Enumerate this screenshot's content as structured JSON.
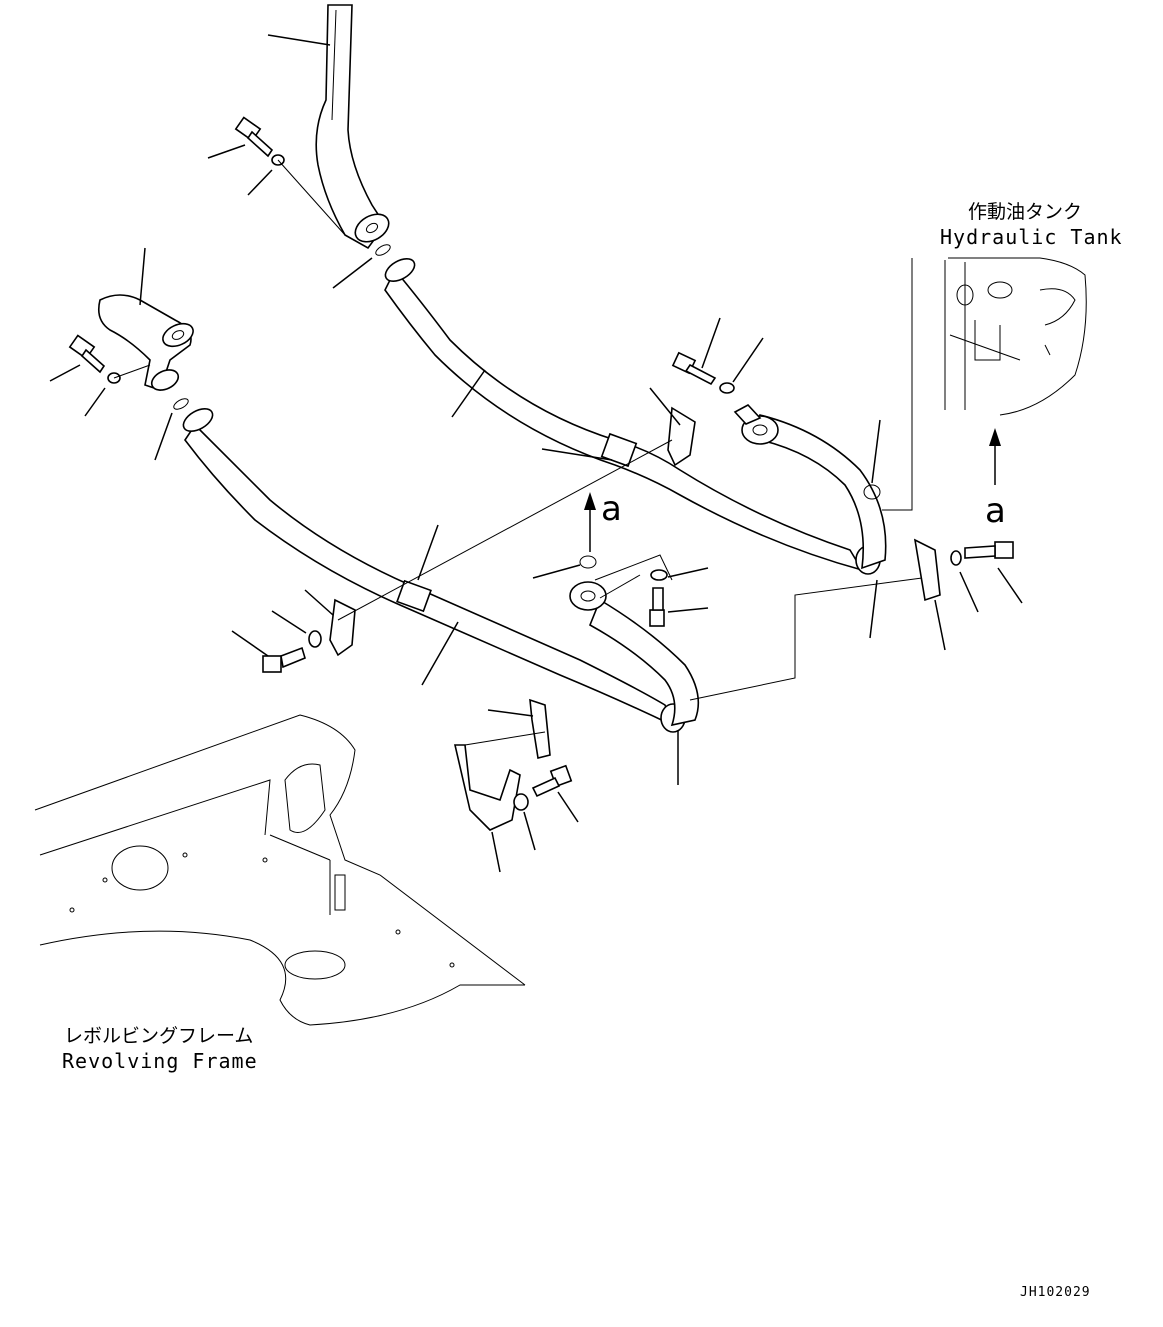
{
  "labels": {
    "hydraulic_tank_jp": "作動油タンク",
    "hydraulic_tank_en": "Hydraulic Tank",
    "revolving_frame_jp": "レボルビングフレーム",
    "revolving_frame_en": "Revolving Frame",
    "view_arrow_main": "a",
    "view_arrow_tank": "a",
    "drawing_id": "JH102029"
  }
}
